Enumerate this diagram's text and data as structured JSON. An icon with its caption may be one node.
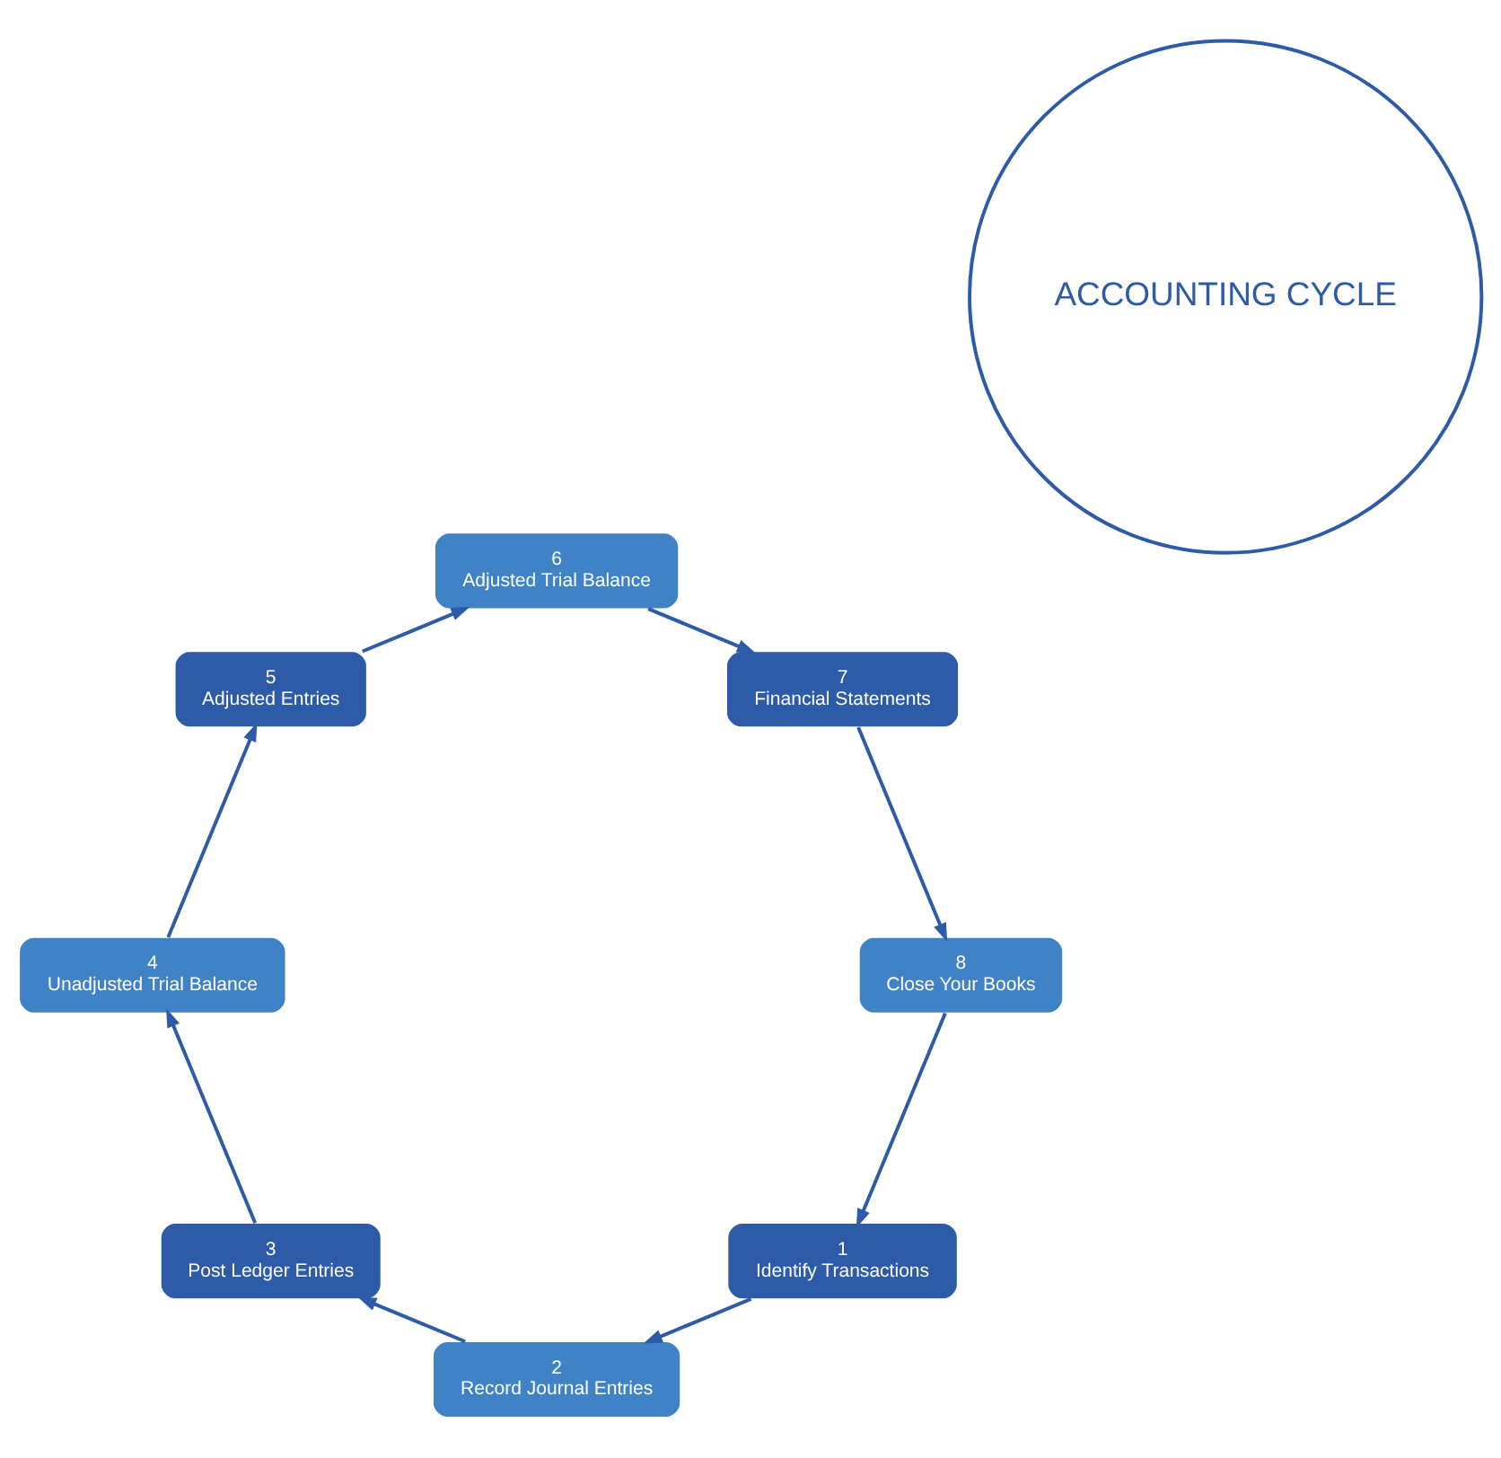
{
  "diagram": {
    "nodes": [
      {
        "text": [
          "ACCOUNTING CYCLE"
        ]
      },
      {
        "text": [
          "1",
          "Identify Transactions"
        ]
      },
      {
        "text": [
          "2",
          "Record Journal Entries"
        ]
      },
      {
        "text": [
          "3",
          "Post Ledger Entries"
        ]
      },
      {
        "text": [
          "4",
          "Unadjusted Trial Balance"
        ]
      },
      {
        "text": [
          "5",
          "Adjusted Entries"
        ]
      },
      {
        "text": [
          "6",
          "Adjusted Trial Balance"
        ]
      },
      {
        "text": [
          "7",
          "Financial Statements"
        ]
      },
      {
        "text": [
          "8",
          "Close Your Books"
        ]
      }
    ],
    "edges": [
      {
        "from": 1,
        "to": 2,
        "arrow": "to"
      },
      {
        "from": 2,
        "to": 3,
        "arrow": "to"
      },
      {
        "from": 3,
        "to": 4,
        "arrow": "to"
      },
      {
        "from": 4,
        "to": 5,
        "arrow": "to"
      },
      {
        "from": 5,
        "to": 6,
        "arrow": "to"
      },
      {
        "from": 6,
        "to": 7,
        "arrow": "to"
      },
      {
        "from": 7,
        "to": 8,
        "arrow": "to"
      },
      {
        "from": 8,
        "to": 1,
        "arrow": "to"
      }
    ]
  }
}
